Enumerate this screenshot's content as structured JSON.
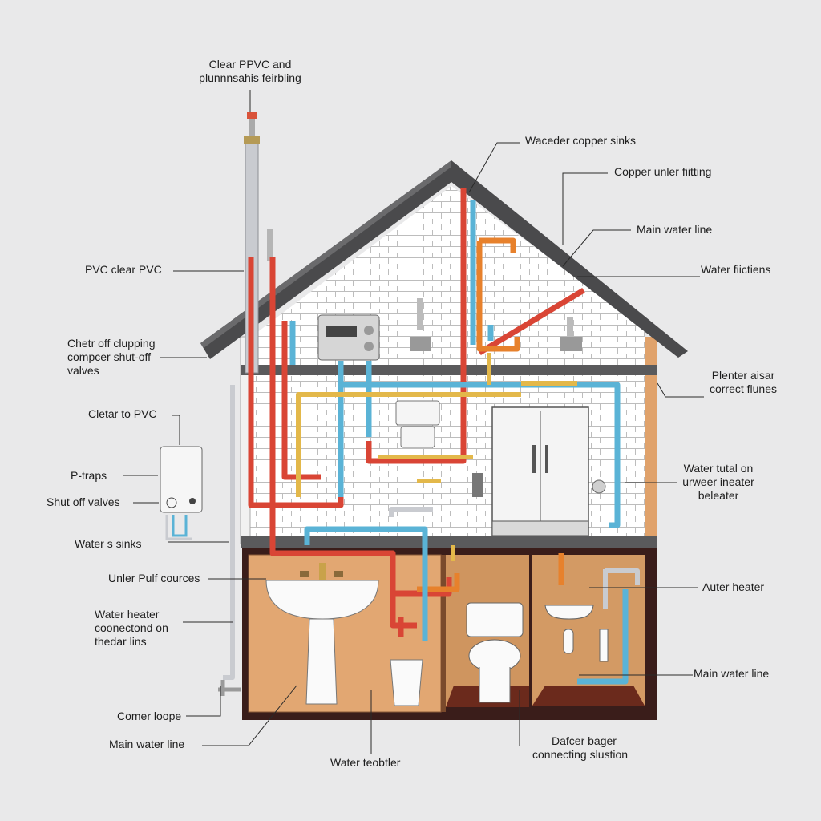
{
  "labels": {
    "top_vent": [
      "Clear PPVC and",
      "plunnnsahis feirbling"
    ],
    "pvc_clear": "PVC clear PVC",
    "shutoff_clamp": [
      "Chetr off clupping",
      "compcer shut-off",
      "valves"
    ],
    "clear_to_pvc": "Cletar to PVC",
    "p_traps": "P-traps",
    "shut_off_valves": "Shut off valves",
    "water_sinks": "Water s sinks",
    "under_pulf": "Unler Pulf cources",
    "heater_connect": [
      "Water heater",
      "coonectond on",
      "thedar lins"
    ],
    "corner_loop": "Comer loope",
    "main_line_bottom_left": "Main water line",
    "water_teobtler": "Water teobtler",
    "dafcer_hanger": [
      "Dafcer bager",
      "connecting slustion"
    ],
    "main_line_bottom_right": "Main water line",
    "auter_heater": "Auter heater",
    "water_tutal": [
      "Water tutal on",
      "urweer ineater",
      "beleater"
    ],
    "plenter_aisar": [
      "Plenter aisar",
      "correct flunes"
    ],
    "water_fitchens": "Water fiictiens",
    "main_line_right": "Main water line",
    "copper_unler": "Copper unler fiitting",
    "waceder_copper": "Waceder copper sinks"
  },
  "colors": {
    "background": "#e9e9ea",
    "roof": "#4a4a4c",
    "tile_wall": "#ffffff",
    "basement_wall": "#e2a772",
    "hot_pipe": "#d94535",
    "cold_pipe": "#5ab3d6",
    "gas_pipe": "#e3b84a",
    "copper_pipe": "#e7812c",
    "pvc_pipe": "#c9cbd0",
    "leader_line": "#2a2a2a"
  }
}
